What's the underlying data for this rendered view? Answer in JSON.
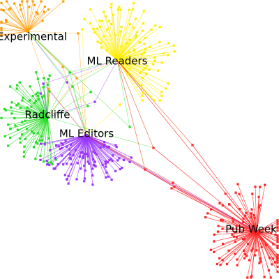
{
  "hubs": [
    {
      "id": "experimental",
      "label": "Experimental",
      "color": "#ff9900",
      "leaf_count": 30
    },
    {
      "id": "ml-readers",
      "label": "ML Readers",
      "color": "#ffee00",
      "leaf_count": 90
    },
    {
      "id": "radcliffe",
      "label": "Radcliffe",
      "color": "#22dd22",
      "leaf_count": 75
    },
    {
      "id": "ml-editors",
      "label": "ML Editors",
      "color": "#9933ff",
      "leaf_count": 95
    },
    {
      "id": "pub-week",
      "label": "Pub Week",
      "color": "#ff2222",
      "leaf_count": 110
    }
  ],
  "edge_color": "#dd4400",
  "background": "#ffffff"
}
